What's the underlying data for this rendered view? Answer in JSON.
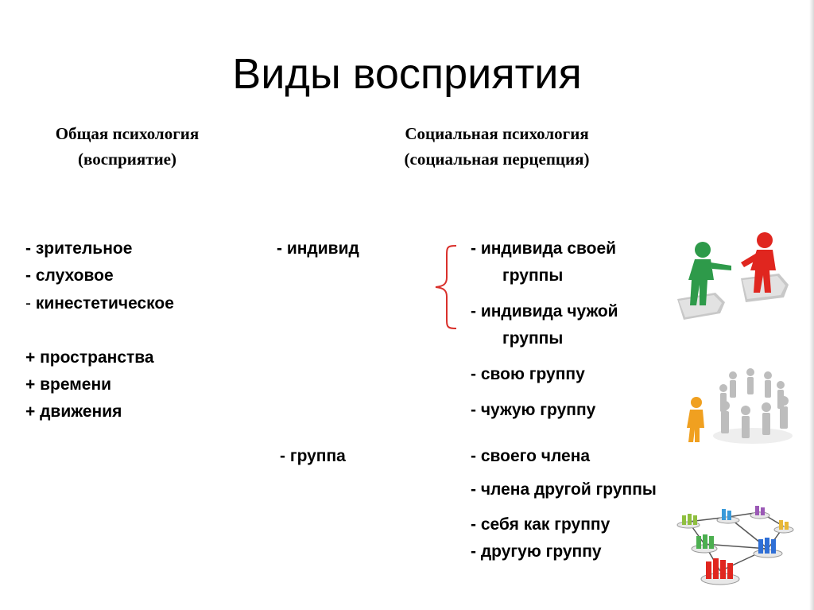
{
  "slide": {
    "title": "Виды восприятия",
    "left_heading": [
      "Общая психология",
      "(восприятие)"
    ],
    "right_heading": [
      "Социальная психология",
      "(социальная перцепция)"
    ],
    "general": {
      "types": [
        "- зрительное",
        "- слуховое",
        "кинестетическое"
      ],
      "types_dash": "- ",
      "plus_items": [
        "+ пространства",
        "+ времени",
        "+ движения"
      ]
    },
    "subjects": {
      "individual": "- индивид",
      "group": "- группа"
    },
    "objects": {
      "own_group_individual": [
        "- индивида своей",
        "группы"
      ],
      "other_group_individual": [
        "- индивида чужой",
        "группы"
      ],
      "own_group": "- свою группу",
      "other_group": "- чужую группу",
      "own_member": "- своего члена",
      "other_group_member": "- члена другой группы",
      "self_as_group": "- себя как группу",
      "another_group": "- другую группу"
    },
    "colors": {
      "brace": "#d9302b",
      "green_figure": "#2e9a4a",
      "red_figure": "#e0261f",
      "orange_figure": "#f0a020"
    },
    "icons": [
      "two-figures-puzzle-icon",
      "group-circle-icon",
      "network-groups-icon"
    ]
  }
}
